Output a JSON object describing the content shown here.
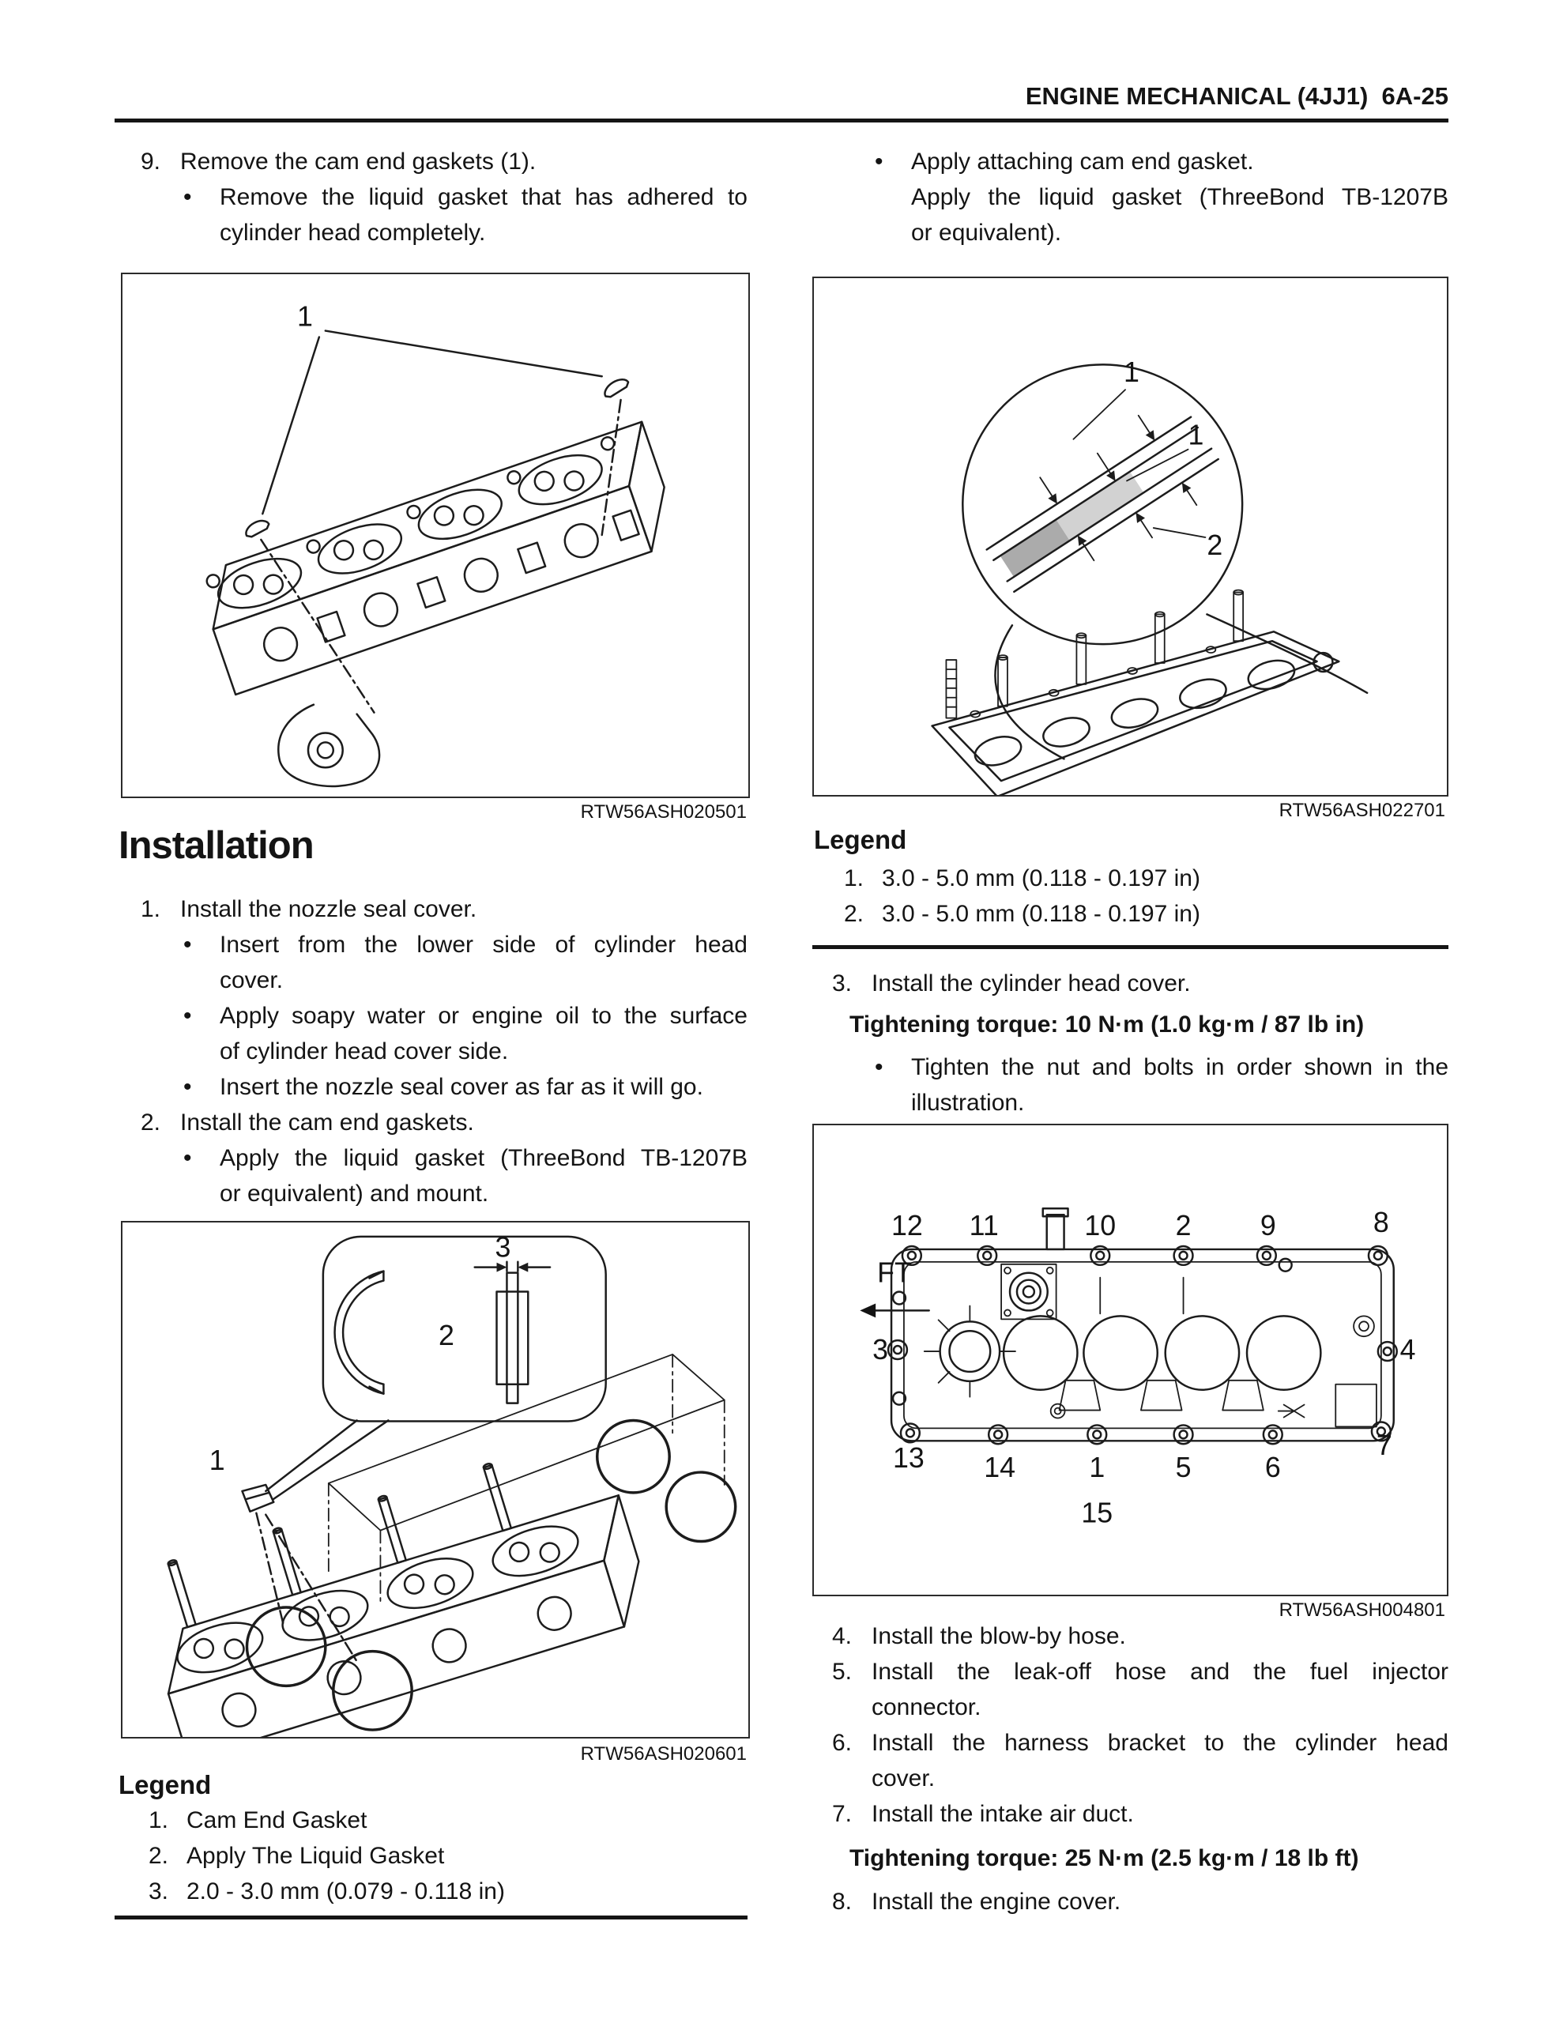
{
  "glyphs": {
    "bullet": "•"
  },
  "header": {
    "title": "ENGINE MECHANICAL (4JJ1)  6A-25"
  },
  "left": {
    "step9": {
      "num": "9.",
      "text": "Remove the cam end gaskets (1)."
    },
    "step9_bullet": {
      "l1": "Remove the liquid gasket that has adhered to",
      "l2": "cylinder head completely."
    },
    "fig_removal": {
      "caption": "RTW56ASH020501",
      "label_1": "1"
    },
    "installation_title": "Installation",
    "step1": {
      "num": "1.",
      "text": "Install the nozzle seal cover."
    },
    "step1_b1": {
      "l1": "Insert from the lower side of cylinder head",
      "l2": "cover."
    },
    "step1_b2": {
      "l1": "Apply soapy water or engine oil to the surface",
      "l2": "of cylinder head cover side."
    },
    "step1_b3": {
      "l1": "Insert the nozzle seal cover as far as it will go."
    },
    "step2": {
      "num": "2.",
      "text": "Install the cam end gaskets."
    },
    "step2_b1": {
      "l1": "Apply the liquid gasket (ThreeBond TB-1207B",
      "l2": "or equivalent) and mount."
    },
    "fig_mount": {
      "caption": "RTW56ASH020601",
      "label_1": "1",
      "label_2": "2",
      "label_3": "3"
    },
    "legend": {
      "title": "Legend",
      "items": [
        {
          "num": "1.",
          "text": "Cam End Gasket"
        },
        {
          "num": "2.",
          "text": "Apply The Liquid Gasket"
        },
        {
          "num": "3.",
          "text": "2.0 - 3.0 mm (0.079 - 0.118 in)"
        }
      ]
    }
  },
  "right": {
    "intro_bullet": {
      "l1": "Apply attaching cam end gasket.",
      "l2": "Apply the liquid gasket (ThreeBond TB-1207B",
      "l3": "or equivalent)."
    },
    "fig_bead": {
      "caption": "RTW56ASH022701",
      "label_1a": "1",
      "label_1b": "1",
      "label_2": "2"
    },
    "legend": {
      "title": "Legend",
      "items": [
        {
          "num": "1.",
          "text": "3.0 - 5.0 mm (0.118 - 0.197 in)"
        },
        {
          "num": "2.",
          "text": "3.0 - 5.0 mm (0.118 - 0.197 in)"
        }
      ]
    },
    "step3": {
      "num": "3.",
      "text": "Install the cylinder head cover."
    },
    "torque1": "Tightening torque: 10 N·m (1.0 kg·m / 87 lb in)",
    "step3_bullet": {
      "l1": "Tighten the nut and bolts in order shown in the",
      "l2": "illustration."
    },
    "fig_seq": {
      "caption": "RTW56ASH004801",
      "ft": "FT",
      "numbers": [
        "12",
        "11",
        "10",
        "2",
        "9",
        "8",
        "3",
        "4",
        "13",
        "14",
        "1",
        "5",
        "6",
        "7",
        "15"
      ]
    },
    "step4": {
      "num": "4.",
      "text": "Install the blow-by hose."
    },
    "step5": {
      "num": "5.",
      "l1": "Install the leak-off hose and the fuel injector",
      "l2": "connector."
    },
    "step6": {
      "num": "6.",
      "l1": "Install the harness bracket to the cylinder head",
      "l2": "cover."
    },
    "step7": {
      "num": "7.",
      "text": "Install the intake air duct."
    },
    "torque2": "Tightening torque: 25 N·m (2.5 kg·m / 18 lb ft)",
    "step8": {
      "num": "8.",
      "text": "Install the engine cover."
    }
  }
}
